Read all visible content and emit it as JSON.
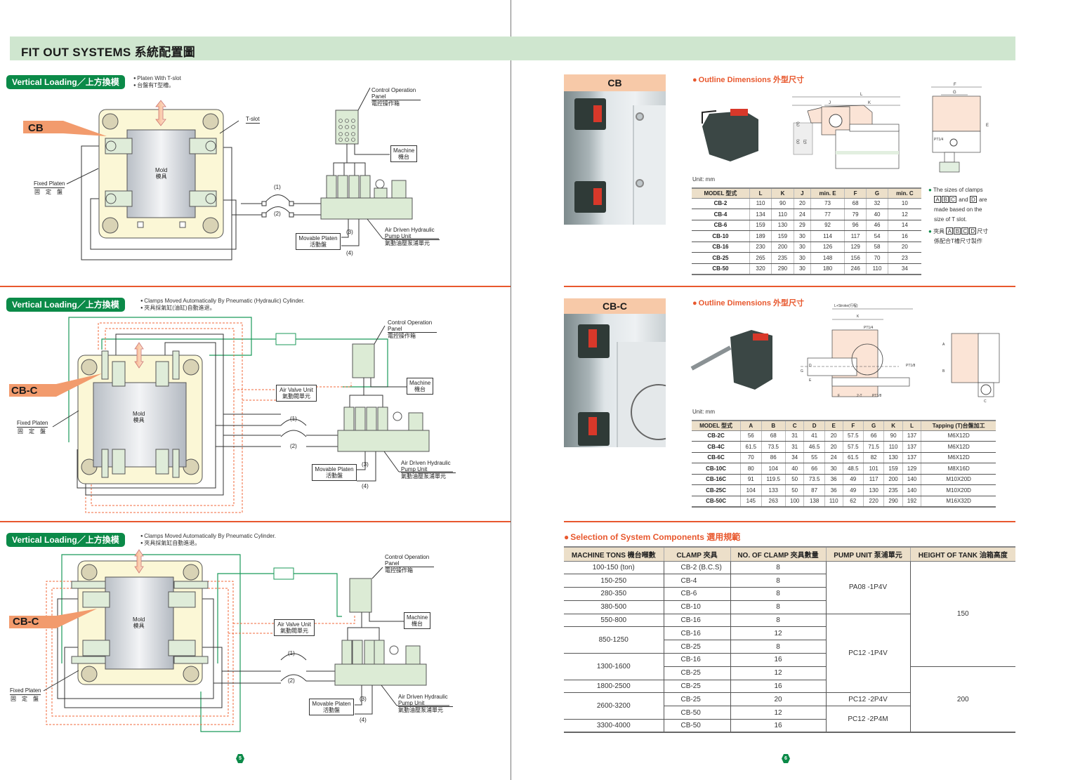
{
  "header": {
    "title": "FIT OUT SYSTEMS 系統配置圖"
  },
  "left": {
    "diagrams": [
      {
        "pill": "Vertical Loading／上方換模",
        "bullets": [
          "Platen With T-slot",
          "台盤有T型槽。"
        ],
        "clamp_tag": "CB",
        "labels": {
          "tslot": "T-slot",
          "fixed_platen_en": "Fixed Platen",
          "fixed_platen_zh": "固　定　盤",
          "mold_en": "Mold",
          "mold_zh": "模具",
          "control_panel_en1": "Control Operation",
          "control_panel_en2": "Panel",
          "control_panel_zh": "電控操作箱",
          "machine_en": "Machine",
          "machine_zh": "機台",
          "movable_en": "Movable Platen",
          "movable_zh": "活動盤",
          "pump_en1": "Air Driven Hydraulic",
          "pump_en2": "Pump Unit",
          "pump_zh": "氣動油壓泵浦單元",
          "l1": "(1)",
          "l2": "(2)",
          "l3": "(3)",
          "l4": "(4)"
        }
      },
      {
        "pill": "Vertical Loading／上方換模",
        "bullets": [
          "Clamps Moved Automatically By Pneumatic (Hydraulic) Cylinder.",
          "夾具採氣缸(油缸)自動進退。"
        ],
        "clamp_tag": "CB-C",
        "labels": {
          "fixed_platen_en": "Fixed Platen",
          "fixed_platen_zh": "固　定　盤",
          "mold_en": "Mold",
          "mold_zh": "模具",
          "air_valve_en": "Air Valve Unit",
          "air_valve_zh": "氣動閥單元",
          "control_panel_en1": "Control Operation",
          "control_panel_en2": "Panel",
          "control_panel_zh": "電控操作箱",
          "machine_en": "Machine",
          "machine_zh": "機台",
          "movable_en": "Movable Platen",
          "movable_zh": "活動盤",
          "pump_en1": "Air Driven Hydraulic",
          "pump_en2": "Pump Unit",
          "pump_zh": "氣動油壓泵浦單元",
          "l1": "(1)",
          "l2": "(2)",
          "l3": "(3)",
          "l4": "(4)"
        }
      },
      {
        "pill": "Vertical Loading／上方換模",
        "bullets": [
          "Clamps Moved Automatically By Pneumatic Cylinder.",
          "夾具採氣缸自動進退。"
        ],
        "clamp_tag": "CB-C",
        "labels": {
          "fixed_platen_en": "Fixed Platen",
          "fixed_platen_zh": "固　定　盤",
          "mold_en": "Mold",
          "mold_zh": "模具",
          "air_valve_en": "Air Valve Unit",
          "air_valve_zh": "氣動閥單元",
          "control_panel_en1": "Control Operation",
          "control_panel_en2": "Panel",
          "control_panel_zh": "電控操作箱",
          "machine_en": "Machine",
          "machine_zh": "機台",
          "movable_en": "Movable Platen",
          "movable_zh": "活動盤",
          "pump_en1": "Air Driven Hydraulic",
          "pump_en2": "Pump Unit",
          "pump_zh": "氣動油壓泵浦單元",
          "l1": "(1)",
          "l2": "(2)",
          "l3": "(3)",
          "l4": "(4)"
        }
      }
    ],
    "page_number": "5"
  },
  "right": {
    "cb": {
      "photo_title": "CB",
      "section_title": "Outline Dimensions  外型尺寸",
      "unit": "Unit: mm",
      "drawing_labels": {
        "L": "L",
        "J": "J",
        "K": "K",
        "F": "F",
        "G": "G",
        "E": "E",
        "PT": "PT1/4",
        "X": "(X)",
        "Y": "(Y)",
        "Z": "(Z)"
      },
      "table": {
        "headers": [
          "MODEL 型式",
          "L",
          "K",
          "J",
          "min. E",
          "F",
          "G",
          "min. C"
        ],
        "rows": [
          [
            "CB-2",
            "110",
            "90",
            "20",
            "73",
            "68",
            "32",
            "10"
          ],
          [
            "CB-4",
            "134",
            "110",
            "24",
            "77",
            "79",
            "40",
            "12"
          ],
          [
            "CB-6",
            "159",
            "130",
            "29",
            "92",
            "96",
            "46",
            "14"
          ],
          [
            "CB-10",
            "189",
            "159",
            "30",
            "114",
            "117",
            "54",
            "16"
          ],
          [
            "CB-16",
            "230",
            "200",
            "30",
            "126",
            "129",
            "58",
            "20"
          ],
          [
            "CB-25",
            "265",
            "235",
            "30",
            "148",
            "156",
            "70",
            "23"
          ],
          [
            "CB-50",
            "320",
            "290",
            "30",
            "180",
            "246",
            "110",
            "34"
          ]
        ]
      },
      "notes": {
        "en_1": "The sizes of clamps",
        "en_2": "and",
        "en_3": "are",
        "en_4": "made based on the",
        "en_5": "size of T slot.",
        "zh_1": "夾具",
        "zh_2": "尺寸",
        "zh_3": "係配合T槽尺寸製作",
        "keys": [
          "A",
          "B",
          "C",
          "D"
        ]
      }
    },
    "cbc": {
      "photo_title": "CB-C",
      "section_title": "Outline Dimensions  外型尺寸",
      "unit": "Unit: mm",
      "drawing_labels": {
        "Lstroke": "L+Stroke(行程)",
        "K": "K",
        "PT14": "PT1/4",
        "PT18a": "PT1/8",
        "PT18b": "PT1/8",
        "T2": "2-T",
        "F": "F",
        "G": "G",
        "D": "D",
        "E": "E",
        "A": "A",
        "B": "B",
        "C": "C"
      },
      "table": {
        "headers": [
          "MODEL 型式",
          "A",
          "B",
          "C",
          "D",
          "E",
          "F",
          "G",
          "K",
          "L",
          "Tapping (T)台盤加工"
        ],
        "rows": [
          [
            "CB-2C",
            "56",
            "68",
            "31",
            "41",
            "20",
            "57.5",
            "66",
            "90",
            "137",
            "M6X12D"
          ],
          [
            "CB-4C",
            "61.5",
            "73.5",
            "31",
            "46.5",
            "20",
            "57.5",
            "71.5",
            "110",
            "137",
            "M6X12D"
          ],
          [
            "CB-6C",
            "70",
            "86",
            "34",
            "55",
            "24",
            "61.5",
            "82",
            "130",
            "137",
            "M6X12D"
          ],
          [
            "CB-10C",
            "80",
            "104",
            "40",
            "66",
            "30",
            "48.5",
            "101",
            "159",
            "129",
            "M8X16D"
          ],
          [
            "CB-16C",
            "91",
            "119.5",
            "50",
            "73.5",
            "36",
            "49",
            "117",
            "200",
            "140",
            "M10X20D"
          ],
          [
            "CB-25C",
            "104",
            "133",
            "50",
            "87",
            "36",
            "49",
            "130",
            "235",
            "140",
            "M10X20D"
          ],
          [
            "CB-50C",
            "145",
            "263",
            "100",
            "138",
            "110",
            "62",
            "220",
            "290",
            "192",
            "M16X32D"
          ]
        ]
      }
    },
    "selection": {
      "title": "Selection of System Components 選用規範",
      "headers": [
        "MACHINE TONS 機台噸數",
        "CLAMP 夾具",
        "NO. OF CLAMP 夾具數量",
        "PUMP UNIT 泵浦單元",
        "HEIGHT OF TANK 油箱高度"
      ],
      "tons": [
        "100-150 (ton)",
        "150-250",
        "280-350",
        "380-500",
        "550-800",
        "850-1250",
        "1300-1600",
        "1800-2500",
        "2600-3200",
        "3300-4000"
      ],
      "clamps": [
        "CB-2 (B.C.S)",
        "CB-4",
        "CB-6",
        "CB-10",
        "CB-16",
        "CB-16",
        "CB-25",
        "CB-16",
        "CB-25",
        "CB-25",
        "CB-25",
        "CB-50",
        "CB-50"
      ],
      "counts": [
        "8",
        "8",
        "8",
        "8",
        "8",
        "12",
        "8",
        "16",
        "12",
        "16",
        "20",
        "12",
        "16"
      ],
      "pumps": [
        "PA08 -1P4V",
        "PC12 -1P4V",
        "PC12 -2P4V",
        "PC12 -2P4M"
      ],
      "tank": [
        "150",
        "200"
      ]
    },
    "page_number": "6"
  }
}
